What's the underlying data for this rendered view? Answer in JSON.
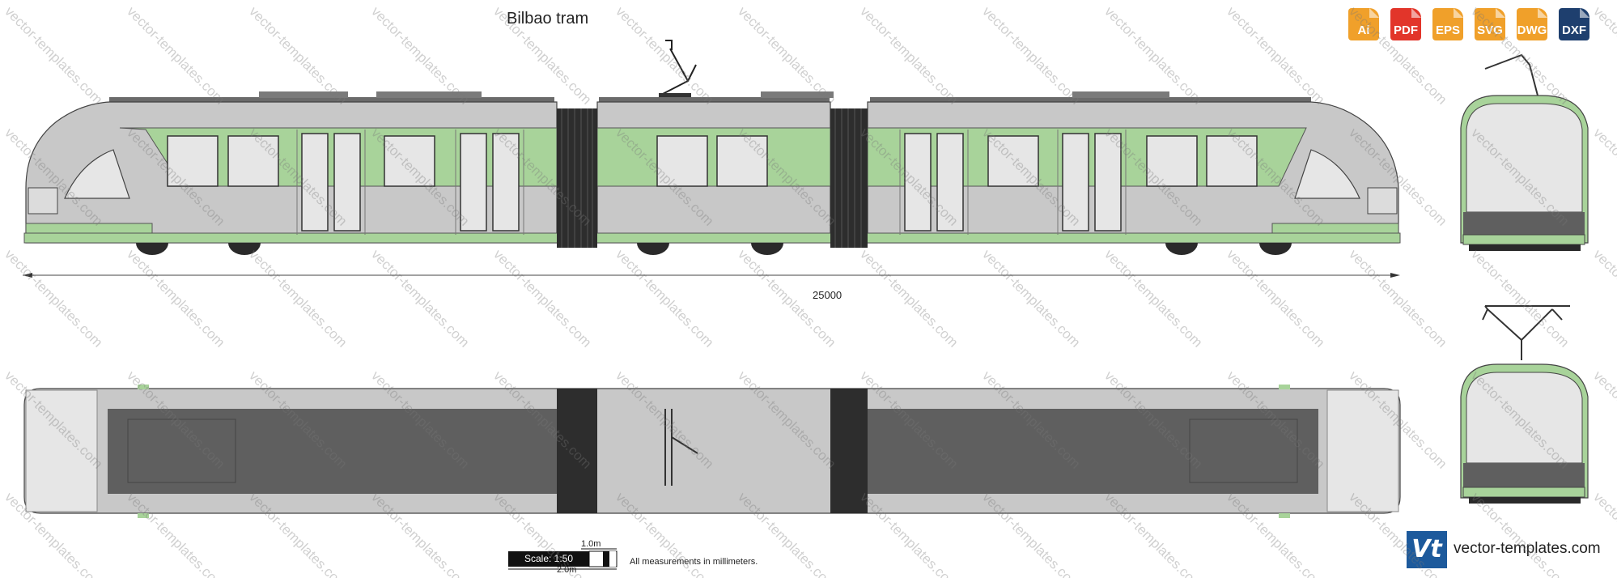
{
  "title": "Bilbao tram",
  "formats": [
    {
      "label": "Ai",
      "color": "#f0a02a"
    },
    {
      "label": "PDF",
      "color": "#e2352a"
    },
    {
      "label": "EPS",
      "color": "#f0a02a"
    },
    {
      "label": "SVG",
      "color": "#f0a02a"
    },
    {
      "label": "DWG",
      "color": "#f0a02a"
    },
    {
      "label": "DXF",
      "color": "#1e3f6e"
    }
  ],
  "dimension": "25000",
  "scale": {
    "label": "Scale: 1:50",
    "one_meter": "1.0m",
    "two_meter": "2.0m"
  },
  "measurements_note": "All measurements in millimeters.",
  "brand": {
    "name": "vector-templates.com",
    "logo": "Vt"
  },
  "watermark": "vector-templates.com",
  "colors": {
    "body_gray": "#c8c8c8",
    "green": "#a8d39a",
    "roof_dark": "#5f5f5f",
    "window": "#e6e6e6",
    "bellows": "#2d2d2d"
  }
}
